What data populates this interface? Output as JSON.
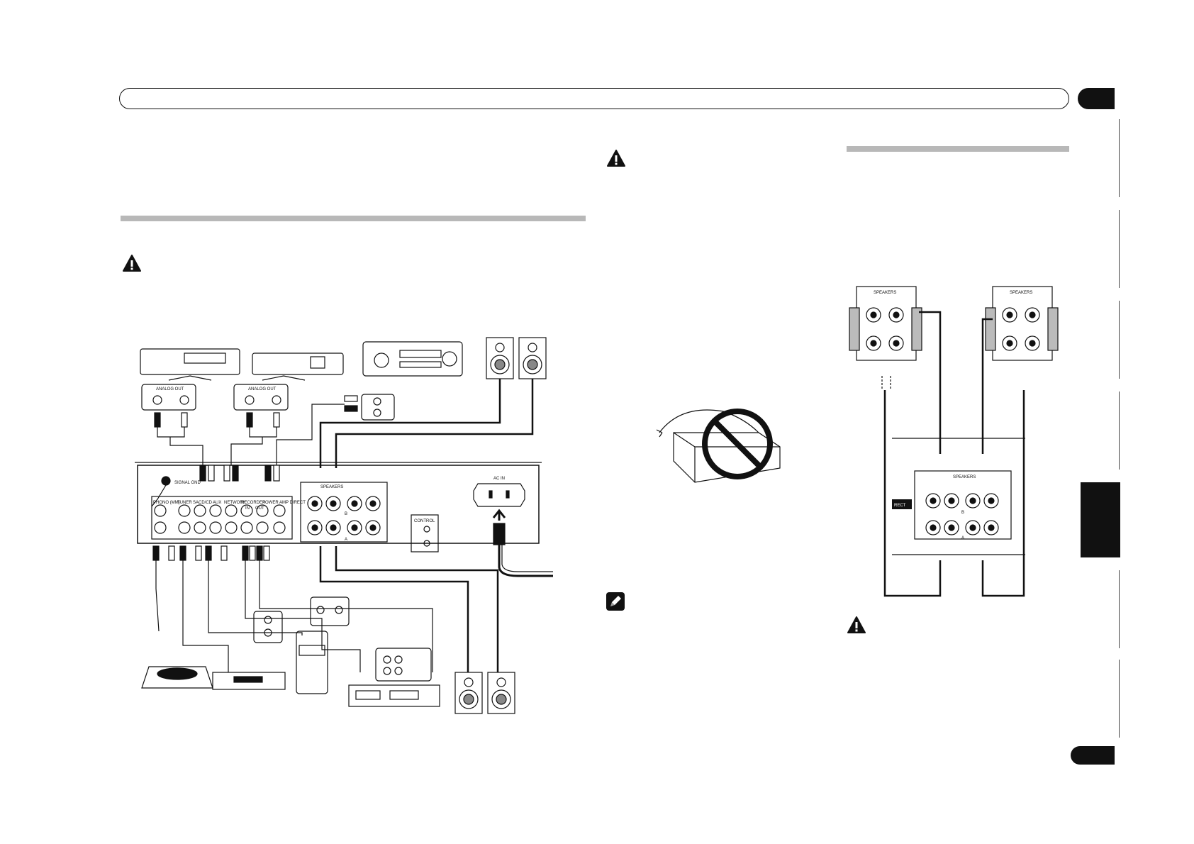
{
  "labels": {
    "analog_out_1": "ANALOG OUT",
    "analog_out_2": "ANALOG OUT",
    "signal_gnd": "SIGNAL GND",
    "phono": "PHONO (MM)",
    "tuner": "TUNER",
    "sacd_cd": "SACD/CD",
    "aux": "AUX",
    "network": "NETWORK",
    "recorder": "RECORDER",
    "power_amp_direct": "POWER AMP DIRECT",
    "in": "IN",
    "out": "OUT",
    "speakers": "SPEAKERS",
    "speaker_a": "A",
    "speaker_b": "B",
    "control": "CONTROL",
    "ac_in": "AC IN",
    "speakers_left_term": "SPEAKERS",
    "speakers_right_term": "SPEAKERS",
    "direct_partial": "RECT"
  },
  "icons": {
    "warning": "warning-triangle-icon",
    "note": "pencil-note-icon",
    "prohibited": "prohibited-circle-icon"
  },
  "colors": {
    "ink": "#111111",
    "bar": "#b8b8b8",
    "tab": "#111111"
  }
}
